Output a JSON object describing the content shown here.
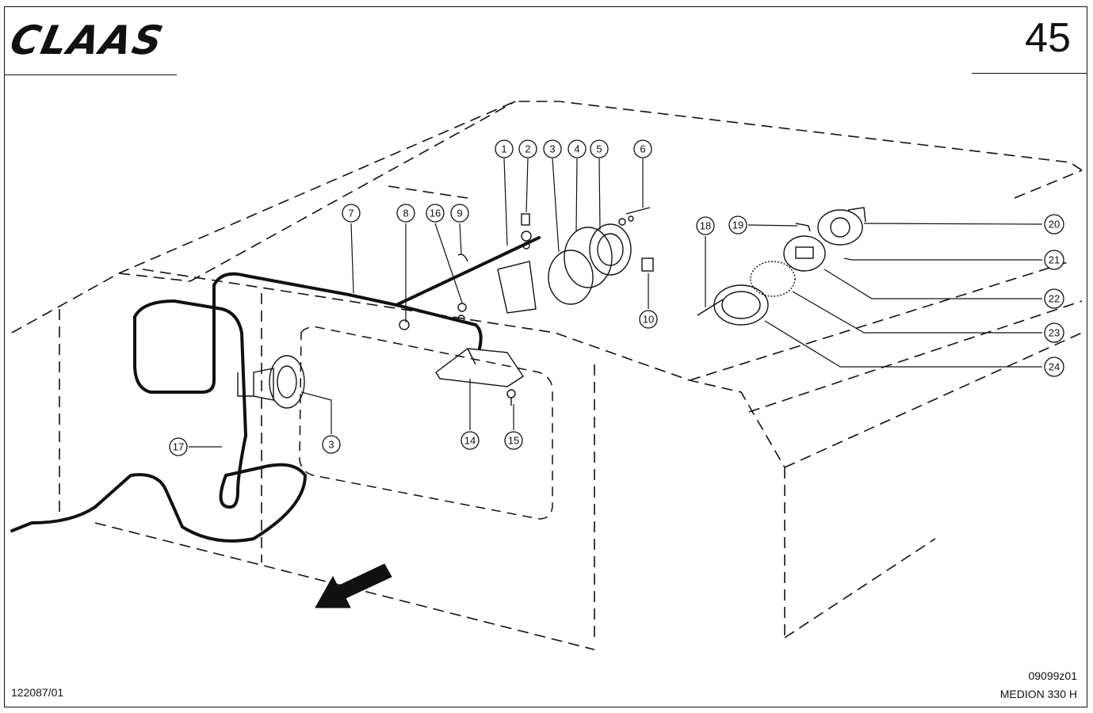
{
  "header": {
    "brand": "CLAAS",
    "page_number": "45"
  },
  "callouts": [
    {
      "number": "1"
    },
    {
      "number": "2"
    },
    {
      "number": "3"
    },
    {
      "number": "4"
    },
    {
      "number": "5"
    },
    {
      "number": "6"
    },
    {
      "number": "7"
    },
    {
      "number": "8"
    },
    {
      "number": "16"
    },
    {
      "number": "9"
    },
    {
      "number": "10"
    },
    {
      "number": "18"
    },
    {
      "number": "19"
    },
    {
      "number": "20"
    },
    {
      "number": "21"
    },
    {
      "number": "22"
    },
    {
      "number": "23"
    },
    {
      "number": "24"
    },
    {
      "number": "3"
    },
    {
      "number": "14"
    },
    {
      "number": "15"
    },
    {
      "number": "17"
    }
  ],
  "footer": {
    "drawing_ref": "09099z01",
    "doc_number": "122087/01",
    "model": "MEDION 330 H"
  }
}
